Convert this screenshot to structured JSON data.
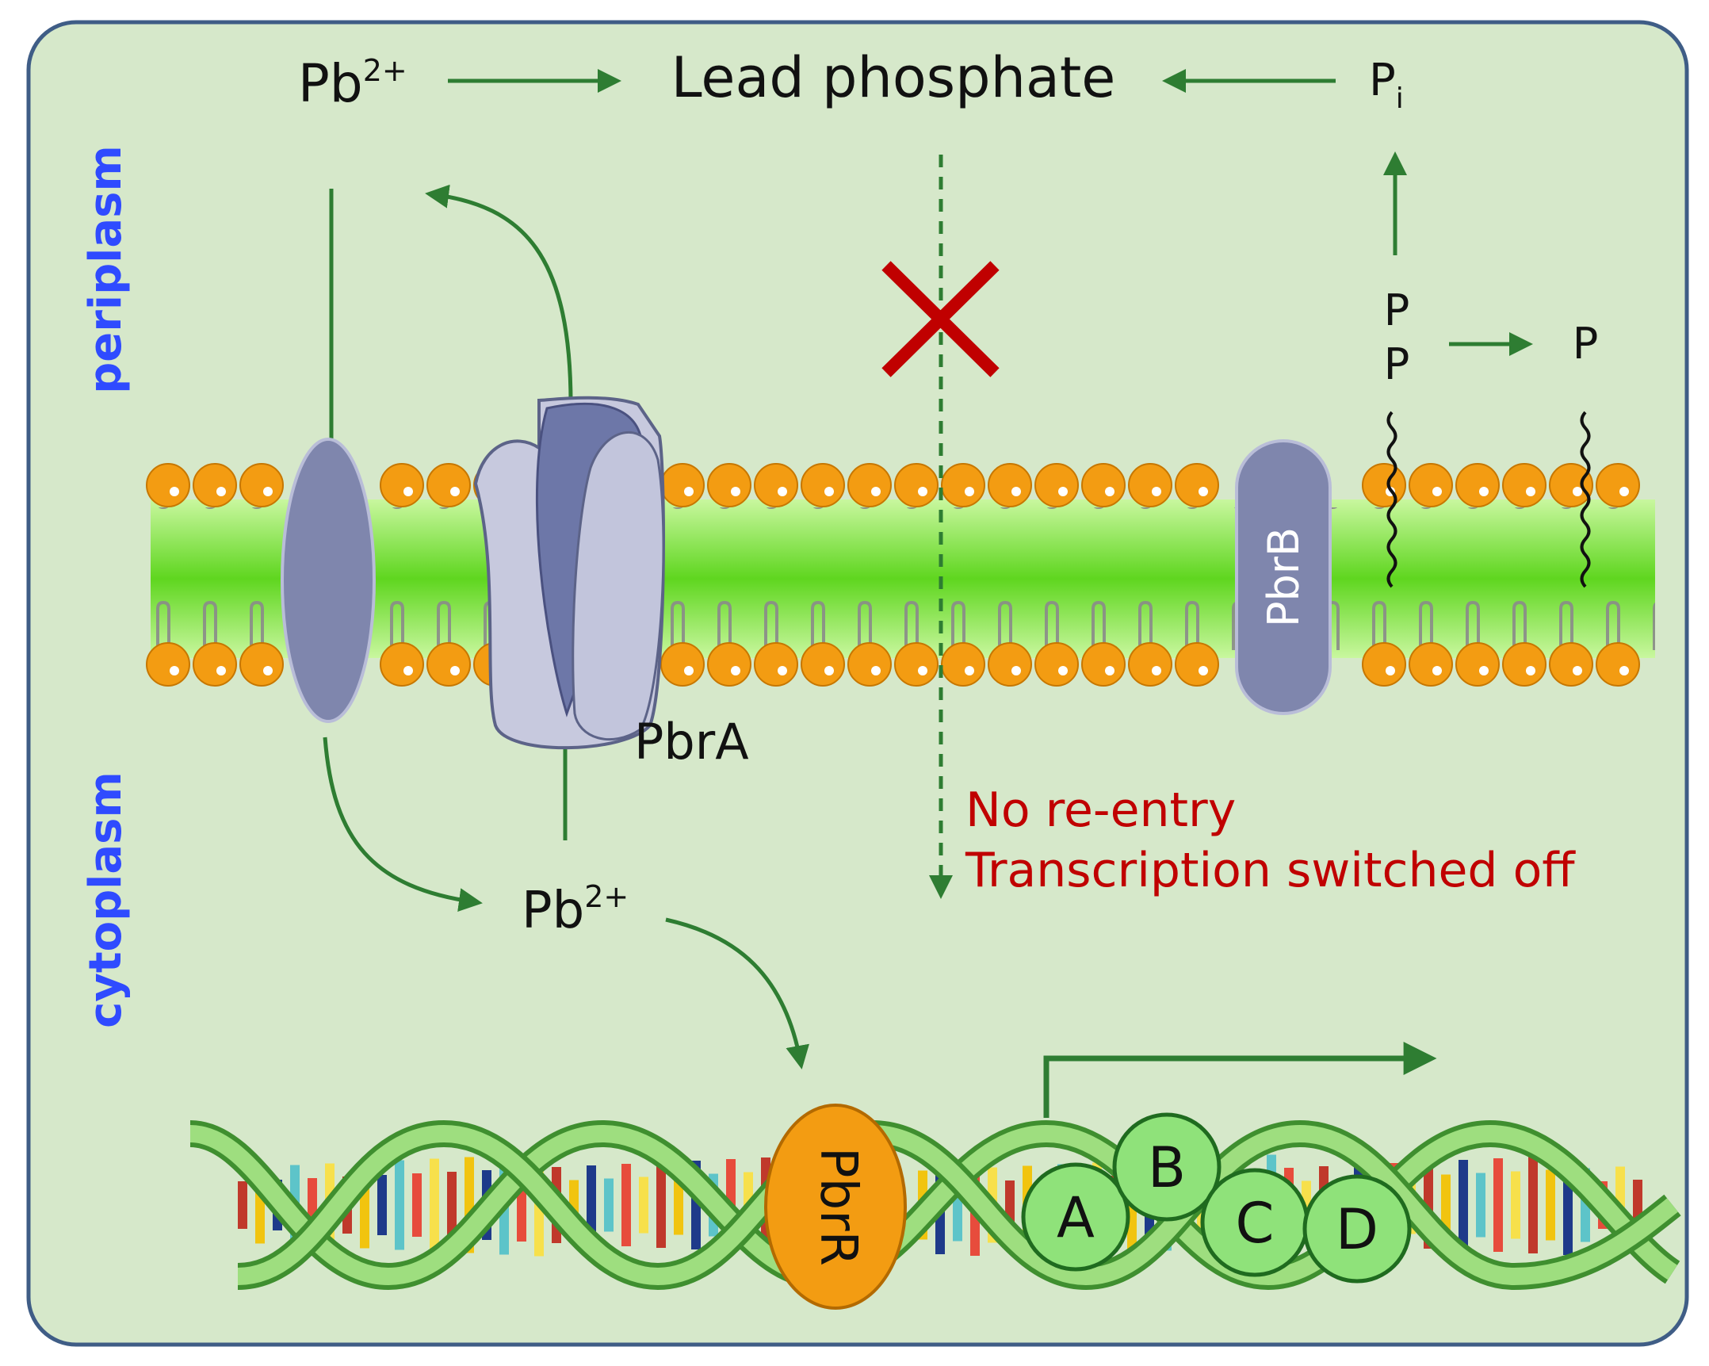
{
  "colors": {
    "panel_bg": "#d6e8ca",
    "panel_border": "#3f5d86",
    "arrow_green": "#2e7d32",
    "membrane_green": "#7fe03a",
    "lipid_orange": "#f39c12",
    "protein_blue": "#7f86ad",
    "red": "#c00000",
    "blue": "#2f4bff",
    "pbrr_orange": "#f39c12",
    "gene_green": "#8fe27a"
  },
  "labels": {
    "pb_top": {
      "base": "Pb",
      "sup": "2+"
    },
    "lead_phosphate": "Lead phosphate",
    "pi": {
      "base": "P",
      "sub": "i"
    },
    "pp_top": "P",
    "pp_bottom": "P",
    "p_single": "P",
    "periplasm": "periplasm",
    "cytoplasm": "cytoplasm",
    "pbra": "PbrA",
    "pbrb": "PbrB",
    "pb_bottom": {
      "base": "Pb",
      "sup": "2+"
    },
    "no_reentry": "No re-entry",
    "transcription_off": "Transcription switched off",
    "pbrr": "PbrR",
    "gene_a": "A",
    "gene_b": "B",
    "gene_c": "C",
    "gene_d": "D"
  },
  "icons": {
    "block": "red-x-icon",
    "transporter": "channel-protein-icon",
    "pbra": "pbra-pump-icon",
    "pbrb": "pbrb-protein-icon",
    "dna": "dna-helix-icon"
  }
}
